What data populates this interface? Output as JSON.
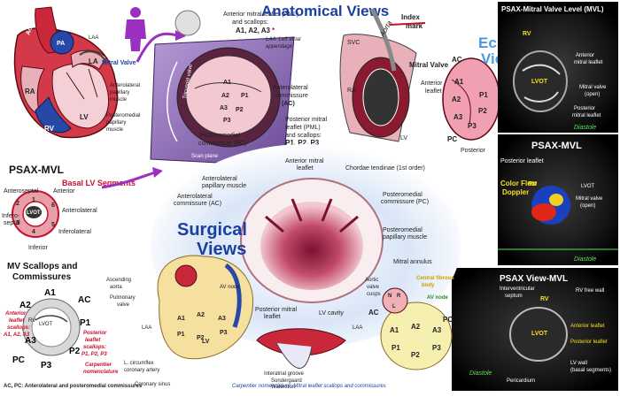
{
  "titles": {
    "anatomical": "Anatomical Views",
    "surgical_1": "Surgical",
    "surgical_2": "Views",
    "echo_1": "Echo",
    "echo_2": "Views",
    "psax_mvl_echo": "PSAX-Mitral Valve Level (MVL)",
    "psax_mvl_doppler": "PSAX-MVL",
    "psax_view_mvl": "PSAX View-MVL",
    "psax_mvl_left": "PSAX-MVL",
    "basal_segments": "Basal LV Segments",
    "scallops_1": "MV Scallops and",
    "scallops_2": "Commissures"
  },
  "heart_labels": {
    "aorta": "Aorta",
    "pa": "PA",
    "laa": "LAA",
    "la": "LA",
    "ra": "RA",
    "rv": "RV",
    "lv": "LV",
    "mitral_valve": "Mitral Valve",
    "antero_pap_1": "Anterolateral",
    "antero_pap_2": "papillary",
    "antero_pap_3": "muscle",
    "postero_pap_1": "Posteromedial",
    "postero_pap_2": "papillary",
    "postero_pap_3": "muscle"
  },
  "anatomical_labels": {
    "aml_1": "Anterior mitral leaflet (AML)",
    "aml_2": "and scallops:",
    "aml_3": "A1, A2, A3",
    "asterisk": "*",
    "laa_1": "LAA: Left atrial",
    "laa_2": "appendage",
    "ac_1": "Anterolateral",
    "ac_2": "commissure",
    "ac_3": "(AC)",
    "pml_1": "Posterior mitral",
    "pml_2": "leaflet (PML)",
    "pml_3": "and scallops:",
    "pml_4": "P1, P2, P3",
    "pc_1": "Posteromedial",
    "pc_2": "commissure (PC)",
    "scan_plane": "Scan plane",
    "tricuspid": "Tricuspid valve",
    "svc": "SVC",
    "ra": "RA",
    "lv": "LV",
    "aorta": "Aorta",
    "index_1": "Index",
    "index_2": "mark",
    "mitral_valve": "Mitral Valve",
    "ac": "AC",
    "pc": "PC",
    "ant_leaf_1": "Anterior",
    "ant_leaf_2": "leaflet",
    "post_leaf_1": "Posterior",
    "post_leaf_2": "leaflet",
    "a1": "A1",
    "a2": "A2",
    "a3": "A3",
    "p1": "P1",
    "p2": "P2",
    "p3": "P3"
  },
  "segments": {
    "anteroseptal": "Anteroseptal",
    "anterior": "Anterior",
    "infero_1": "Infero-",
    "infero_2": "septal",
    "anterolateral": "Anterolateral",
    "inferolateral": "Inferolateral",
    "inferior": "Inferior",
    "lvot": "LVOT",
    "n1": "1",
    "n2": "2",
    "n3": "3",
    "n4": "4",
    "n5": "5",
    "n6": "6"
  },
  "scallops": {
    "a1": "A1",
    "a2": "A2",
    "a3": "A3",
    "ac": "AC",
    "p1": "P1",
    "p2": "P2",
    "p3": "P3",
    "pc": "PC",
    "ant_1": "Anterior",
    "ant_2": "leaflet",
    "ant_3": "scallops:",
    "ant_4": "A1, A2, A3",
    "post_1": "Posterior",
    "post_2": "leaflet",
    "post_3": "scallops:",
    "post_4": "P1, P2, P3",
    "carp_1": "Carpentier",
    "carp_2": "nomenclature",
    "rv": "RV",
    "lvot": "LVOT",
    "footer": "AC, PC: Anterolateral and posteromedial commissures"
  },
  "surgical_labels": {
    "ant_pap_1": "Anterolateral",
    "ant_pap_2": "papillary muscle",
    "ant_mit_1": "Anterior mitral",
    "ant_mit_2": "leaflet",
    "chordae": "Chordae tendinae (1st order)",
    "ac_1": "Anterolateral",
    "ac_2": "commissure (AC)",
    "pc_1": "Posteromedial",
    "pc_2": "commissure (PC)",
    "pm_pap_1": "Posteromedial",
    "pm_pap_2": "papillary muscle",
    "annulus": "Mitral annulus",
    "post_mit_1": "Posterior mitral",
    "post_mit_2": "leaflet",
    "lv_cavity": "LV cavity"
  },
  "lower_labels": {
    "asc_aorta_1": "Ascending",
    "asc_aorta_2": "aorta",
    "pulm_1": "Pulmonary",
    "pulm_2": "valve",
    "av_node": "AV node",
    "laa": "LAA",
    "circ_1": "L. circumflex",
    "circ_2": "coronary artery",
    "cor_sinus": "Coronary sinus",
    "lv": "LV",
    "interatrial": "Interatrial groove",
    "sonder": "Sondergaard",
    "waterston": "Waterston",
    "aortic_cusps_1": "Aortic",
    "aortic_cusps_2": "valve",
    "aortic_cusps_3": "cusps",
    "central_1": "Central fibrous",
    "central_2": "body",
    "av_node2": "AV node",
    "n": "N",
    "r": "R",
    "l": "L",
    "a1": "A1",
    "a2": "A2",
    "a3": "A3",
    "p1": "P1",
    "p2": "P2",
    "p3": "P3",
    "ac": "AC",
    "pc": "PC",
    "footnote": "Carpentier nomenclature: Mitral leaflet scallops and commissures"
  },
  "echo_labels": {
    "rv": "RV",
    "ant_mit_1": "Anterior",
    "ant_mit_2": "mitral leaflet",
    "lvot": "LVOT",
    "mv_open_1": "Mitral valve",
    "mv_open_2": "(open)",
    "post_mit_1": "Posterior",
    "post_mit_2": "mitral leaflet",
    "diastole": "Diastole",
    "post_leaflet": "Posterior leaflet",
    "color_1": "Color Flow",
    "color_2": "Doppler",
    "lvot2": "LVOT",
    "mv_open2_1": "Mitral valve",
    "mv_open2_2": "(open)",
    "rv2": "RV",
    "ivs_1": "Interventricular",
    "ivs_2": "septum",
    "rv_free": "RV free wall",
    "lvot3": "LVOT",
    "ant_leaflet": "Anterior leaflet",
    "post_leaflet2": "Posterior leaflet",
    "lv_wall_1": "LV wall",
    "lv_wall_2": "(basal segments)",
    "pericardium": "Pericardium",
    "diastole3": "Diastole",
    "rv3": "RV"
  },
  "colors": {
    "title_blue": "#1a3fa0",
    "red_label": "#c8102e",
    "pink_tissue": "#e8a0a8",
    "purple_arrow": "#9b30c0",
    "yellow_label": "#f5e020"
  }
}
